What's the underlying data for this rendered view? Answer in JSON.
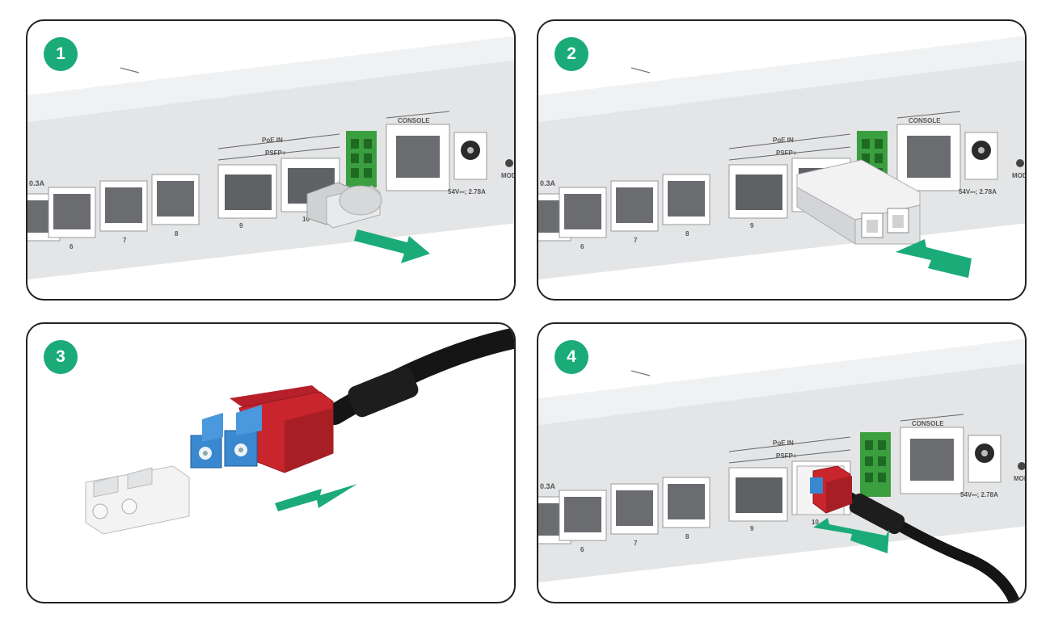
{
  "colors": {
    "accent": "#1aab79",
    "badge": "#1aab79",
    "panel_border": "#222222",
    "device_body": "#e6e7e9",
    "port_green": "#3b9e3f",
    "connector_red": "#c9252d",
    "connector_blue": "#3a88cf",
    "cable": "#151515"
  },
  "steps": [
    {
      "number": "1"
    },
    {
      "number": "2"
    },
    {
      "number": "3"
    },
    {
      "number": "4"
    }
  ],
  "device": {
    "poe_in": "PoE IN",
    "psfp": "PSFP+",
    "console": "CONSOLE",
    "power_rating": "54V⎓; 2.78A",
    "mode": "MODE",
    "port_current": "0.3A",
    "port_numbers": [
      "6",
      "7",
      "8",
      "9",
      "10"
    ]
  }
}
